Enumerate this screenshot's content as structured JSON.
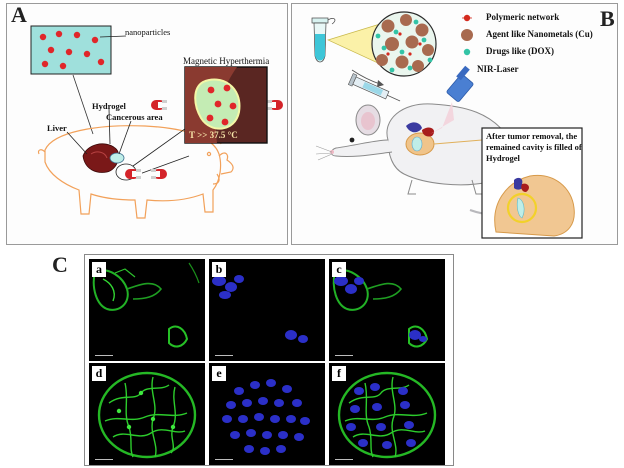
{
  "panel_a": {
    "letter": "A",
    "labels": {
      "nanoparticles": "nanoparticles",
      "magnetic_hyperthermia": "Magnetic Hyperthermia",
      "hydrogel": "Hydrogel",
      "cancerous_area": "Cancerous area",
      "liver": "Liver",
      "temperature": "T >> 37.5 °C"
    }
  },
  "panel_b": {
    "letter": "B",
    "legend": [
      {
        "label": "Polymeric network",
        "color": "#d42a1e"
      },
      {
        "label": "Agent like Nanometals (Cu)",
        "color": "#a86a4f"
      },
      {
        "label": "Drugs like (DOX)",
        "color": "#33c4a6"
      }
    ],
    "laser_label": "NIR-Laser",
    "note_lines": [
      "After tumor removal, the",
      "remained cavity is filled of",
      "Hydrogel"
    ]
  },
  "panel_c": {
    "letter": "C",
    "tiles": [
      {
        "letter": "a",
        "channel": "green"
      },
      {
        "letter": "b",
        "channel": "blue"
      },
      {
        "letter": "c",
        "channel": "merge"
      },
      {
        "letter": "d",
        "channel": "green"
      },
      {
        "letter": "e",
        "channel": "blue"
      },
      {
        "letter": "f",
        "channel": "merge"
      }
    ]
  }
}
